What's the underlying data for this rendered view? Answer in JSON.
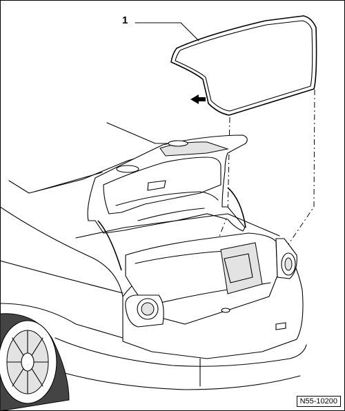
{
  "callouts": [
    {
      "label": "1"
    }
  ],
  "figure": {
    "reference_code": "N55-10200"
  },
  "parts": {
    "seal_icon": "trunk-lid-seal",
    "arrow_icon": "installation-direction-arrow"
  }
}
